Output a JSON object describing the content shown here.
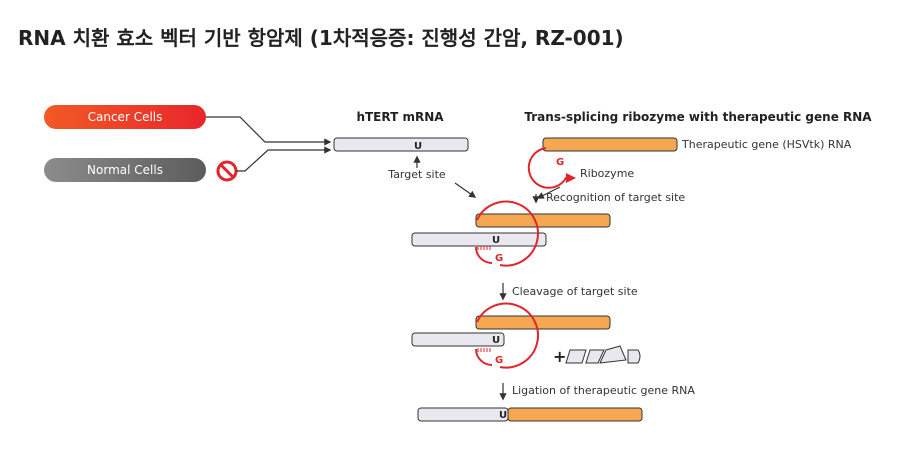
{
  "title": "RNA 치환 효소 벡터 기반 항암제 (1차적응증: 진행성 간암, RZ-001)",
  "cells": {
    "cancer": "Cancer Cells",
    "normal": "Normal Cells"
  },
  "labels": {
    "htert": "hTERT mRNA",
    "trans_splicing": "Trans-splicing ribozyme with therapeutic gene RNA",
    "therapeutic_gene": "Therapeutic gene (HSVtk) RNA",
    "ribozyme": "Ribozyme",
    "target_site": "Target site",
    "recognition": "Recognition of target site",
    "cleavage": "Cleavage of target site",
    "ligation": "Ligation of therapeutic gene RNA",
    "u": "U",
    "g": "G",
    "plus": "+"
  },
  "colors": {
    "cancer_gradient": [
      "#f15a24",
      "#e8262d"
    ],
    "normal_gradient": [
      "#8a8a8a",
      "#5e5e5e"
    ],
    "orange": "#f5a851",
    "red": "#e0262c",
    "mrna": "#e8e8ee"
  },
  "icons": {
    "block": "prohibited-icon"
  }
}
